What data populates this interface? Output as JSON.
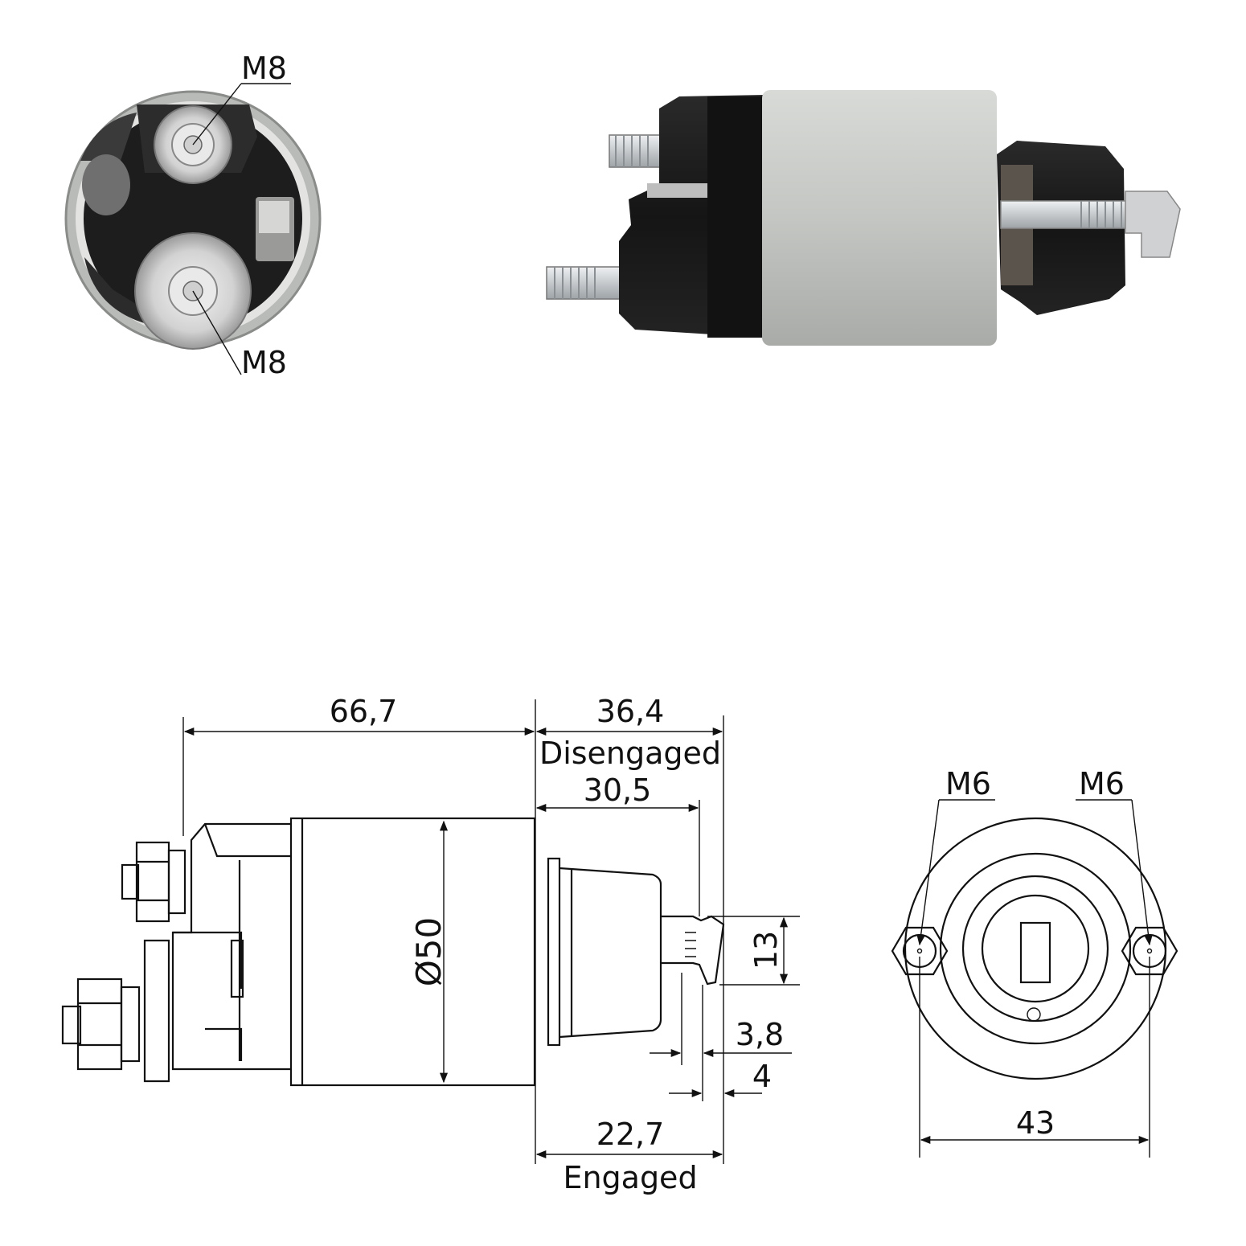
{
  "end_view_photo": {
    "top_terminal_label": "M8",
    "bottom_terminal_label": "M8"
  },
  "side_drawing": {
    "overall_length": "66,7",
    "plunger_disengaged_length": "36,4",
    "disengaged_caption": "Disengaged",
    "plunger_inner_length": "30,5",
    "diameter": "Ø50",
    "slot_height": "13",
    "slot_offset": "3,8",
    "slot_depth": "4",
    "plunger_engaged_length": "22,7",
    "engaged_caption": "Engaged"
  },
  "end_drawing": {
    "left_stud_label": "M6",
    "right_stud_label": "M6",
    "stud_spacing": "43"
  },
  "colors": {
    "line": "#111111",
    "housing_silver": "#c9cbc8",
    "cap_black": "#1b1b1b",
    "bolt_zinc": "#d9dde0"
  }
}
